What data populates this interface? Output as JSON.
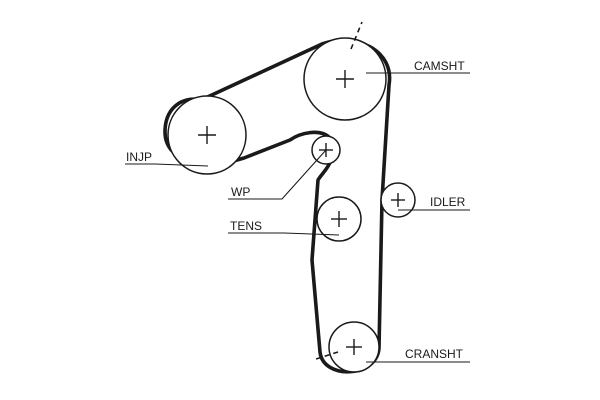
{
  "labels": {
    "camshaft": "CAMSHT",
    "injection_pump": "INJP",
    "water_pump": "WP",
    "tensioner": "TENS",
    "idler": "IDLER",
    "crankshaft": "CRANSHT"
  },
  "colors": {
    "line": "#1a1a1a",
    "background": "#ffffff"
  }
}
